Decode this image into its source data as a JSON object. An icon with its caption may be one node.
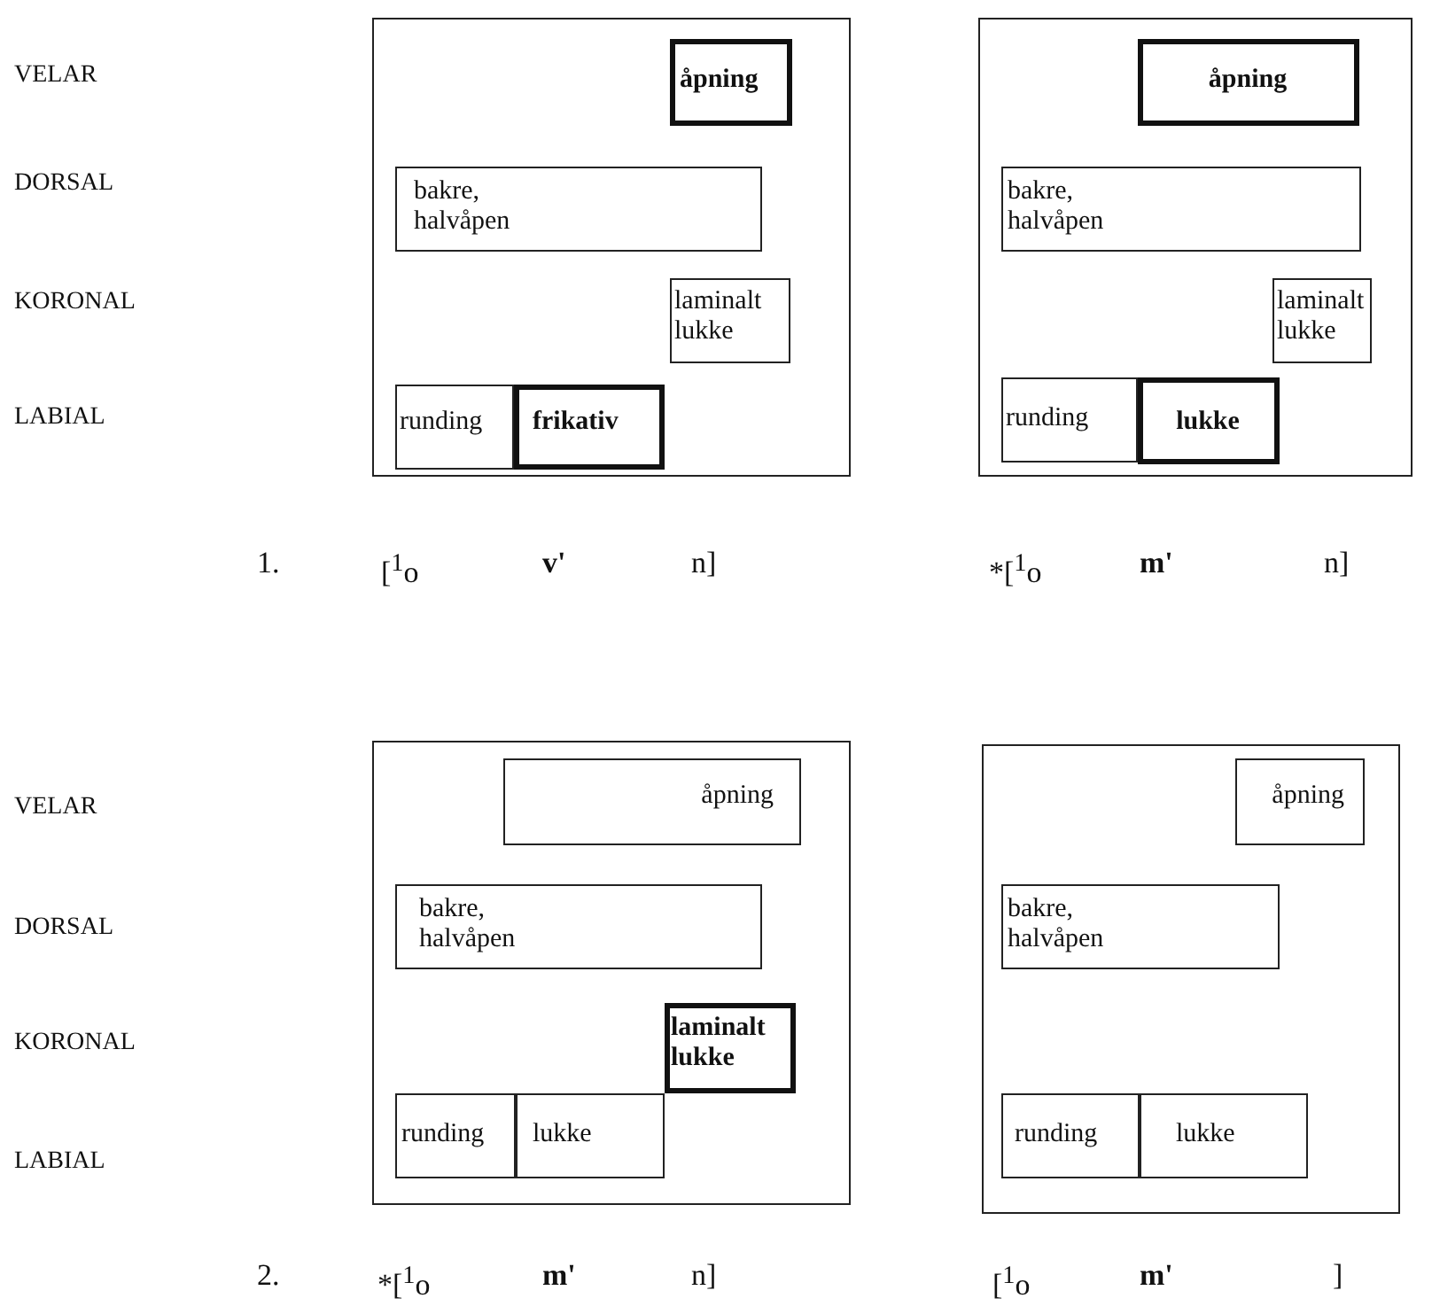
{
  "diagram": {
    "nodes": [
      {
        "text": [],
        "shape": "box"
      },
      {
        "text": [
          "åpning"
        ],
        "in": 0
      },
      {
        "text": [
          "bakre, halvåpen"
        ],
        "in": 0
      },
      {
        "text": [
          "laminalt lukke"
        ],
        "in": 0
      },
      {
        "text": [
          "runding"
        ],
        "in": 0
      },
      {
        "text": [
          "frikativ"
        ],
        "in": 0
      },
      {
        "text": [],
        "shape": "box"
      },
      {
        "text": [
          "åpning"
        ],
        "in": 6
      },
      {
        "text": [
          "bakre, halvåpen"
        ],
        "in": 6
      },
      {
        "text": [
          "laminalt lukke"
        ],
        "in": 6
      },
      {
        "text": [
          "runding"
        ],
        "in": 6
      },
      {
        "text": [
          "lukke"
        ],
        "in": 6
      },
      {
        "text": [],
        "shape": "box"
      },
      {
        "text": [
          "åpning"
        ],
        "in": 12
      },
      {
        "text": [
          "bakre, halvåpen"
        ],
        "in": 12
      },
      {
        "text": [
          "laminalt lukke"
        ],
        "in": 12
      },
      {
        "text": [
          "runding"
        ],
        "in": 12
      },
      {
        "text": [
          "lukke"
        ],
        "in": 12
      },
      {
        "text": [],
        "shape": "box"
      },
      {
        "text": [
          "åpning"
        ],
        "in": 18
      },
      {
        "text": [
          "bakre, halvåpen"
        ],
        "in": 18
      },
      {
        "text": [
          "runding"
        ],
        "in": 18
      },
      {
        "text": [
          "lukke"
        ],
        "in": 18
      }
    ],
    "labels": [
      "VELAR",
      "DORSAL",
      "KORONAL",
      "LABIAL",
      "1.",
      "[$^{1}$o",
      "v'",
      "n]",
      "*[$^{1}$o",
      "m'",
      "n]",
      "VELAR",
      "DORSAL",
      "KORONAL",
      "LABIAL",
      "2.",
      "*[$^{1}$o",
      "m'",
      "n]",
      "[$^{1}$o",
      "m'",
      "]"
    ]
  }
}
